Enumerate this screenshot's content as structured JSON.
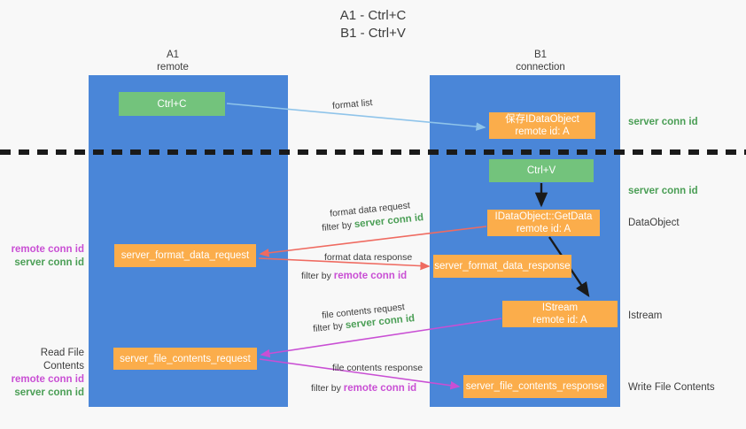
{
  "title": {
    "line1": "A1 - Ctrl+C",
    "line2": "B1 - Ctrl+V"
  },
  "lanes": [
    {
      "name": "A1",
      "subtitle": "remote"
    },
    {
      "name": "B1",
      "subtitle": "connection"
    }
  ],
  "boxes": {
    "ctrl_c": {
      "label": "Ctrl+C",
      "color": "#73c37c"
    },
    "data_object": {
      "line1": "保存IDataObject",
      "line2": "remote id: A",
      "color": "#fbad4b"
    },
    "ctrl_v": {
      "label": "Ctrl+V",
      "color": "#73c37c"
    },
    "get_data": {
      "line1": "IDataObject::GetData",
      "line2": "remote id: A",
      "color": "#fbad4b"
    },
    "format_data_request": {
      "label": "server_format_data_request",
      "color": "#fbad4b"
    },
    "format_data_response": {
      "label": "server_format_data_response",
      "color": "#fbad4b"
    },
    "istream": {
      "line1": "IStream",
      "line2": "remote id: A",
      "color": "#fbad4b"
    },
    "file_contents_request": {
      "label": "server_file_contents_request",
      "color": "#fbad4b"
    },
    "file_contents_response": {
      "label": "server_file_contents_response",
      "color": "#fbad4b"
    }
  },
  "side_labels": {
    "data_object": "DataObject",
    "istream": "Istream",
    "write_file_contents": "Write File Contents"
  },
  "conn_ids": {
    "server": "server conn id",
    "remote": "remote conn id",
    "server_color": "#4a9e55",
    "remote_color": "#c94fd4"
  },
  "left_annotations": {
    "read_file_contents": "Read File Contents"
  },
  "edge_labels": {
    "format_list": "format list",
    "format_data_request": "format data request",
    "format_data_response": "format data response",
    "file_contents_request": "file contents request",
    "file_contents_response": "file contents response",
    "filter_by": "filter by"
  },
  "colors": {
    "lane": "#4a86d8",
    "arrow_light_blue": "#8fc4ea",
    "arrow_red": "#ef6b61",
    "arrow_magenta": "#c94fd4",
    "arrow_black": "#1a1a1a",
    "background": "#f8f8f8"
  }
}
